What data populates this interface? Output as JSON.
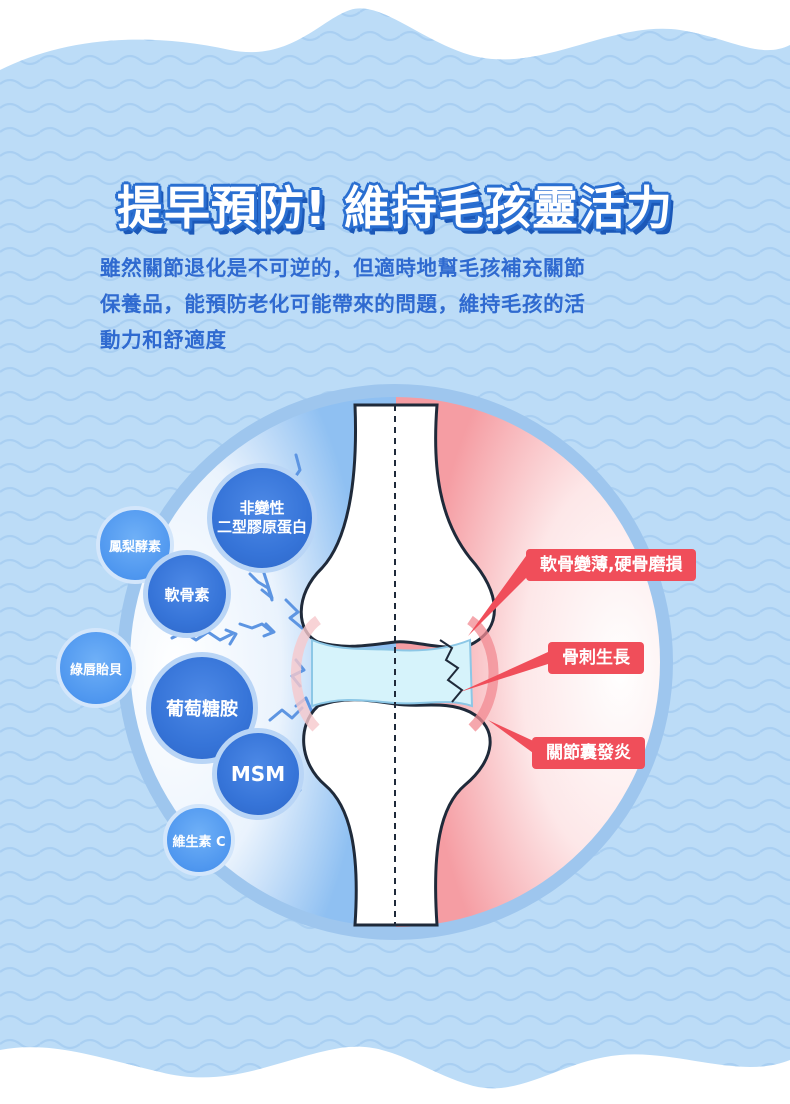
{
  "headline": "提早預防! 維持毛孩靈活力",
  "intro": {
    "lines": [
      "雖然關節退化是不可逆的，但適時地幫毛孩補充關節",
      "保養品，能預防老化可能帶來的問題，維持毛孩的活",
      "動力和舒適度"
    ]
  },
  "nutrients": {
    "non_denatured_collagen_l1": "非變性",
    "non_denatured_collagen_l2": "二型膠原蛋白",
    "bromelain": "鳳梨酵素",
    "chondroitin": "軟骨素",
    "green_lipped_mussel": "綠唇貽貝",
    "glucosamine": "葡萄糖胺",
    "msm": "MSM",
    "vitamin_c": "維生素 C"
  },
  "conditions": {
    "cartilage_thinning": "軟骨變薄,硬骨磨損",
    "bone_spur": "骨刺生長",
    "capsulitis": "關節囊發炎"
  },
  "colors": {
    "background_blue": "#bcdcf7",
    "brand_blue": "#2f6ad0",
    "alert_red": "#f04e5a"
  }
}
